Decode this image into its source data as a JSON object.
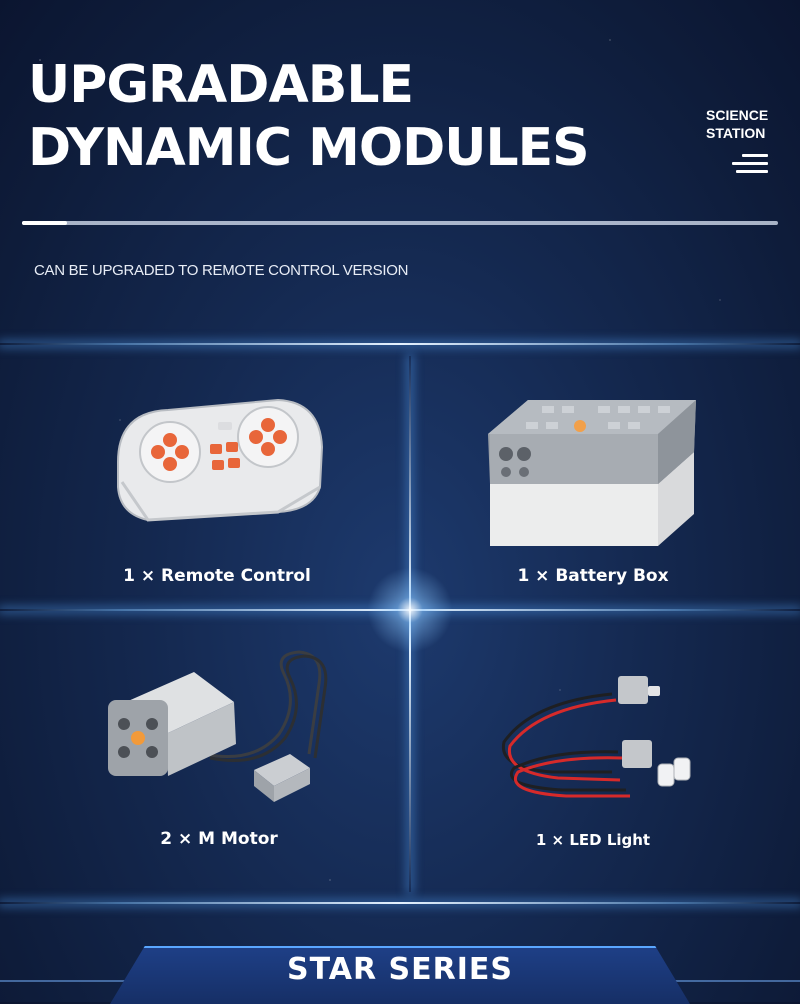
{
  "header": {
    "title_line1": "UPGRADABLE",
    "title_line2": "DYNAMIC MODULES",
    "brand_line1": "SCIENCE",
    "brand_line2": "STATION",
    "menu_icon": "hamburger-menu-icon",
    "progress_value": 0.06,
    "subtitle": "CAN BE UPGRADED TO REMOTE CONTROL VERSION"
  },
  "modules": [
    {
      "label": "1 × Remote Control",
      "icon": "remote-control-image"
    },
    {
      "label": "1 × Battery Box",
      "icon": "battery-box-image"
    },
    {
      "label": "2 × M Motor",
      "icon": "m-motor-image"
    },
    {
      "label": "1 × LED Light",
      "icon": "led-light-image"
    }
  ],
  "footer": {
    "title": "STAR SERIES"
  },
  "colors": {
    "background": "#14284f",
    "accent_glow": "#5aa6ff",
    "button_orange": "#e8663a",
    "brick_gray": "#c9ccd0"
  }
}
